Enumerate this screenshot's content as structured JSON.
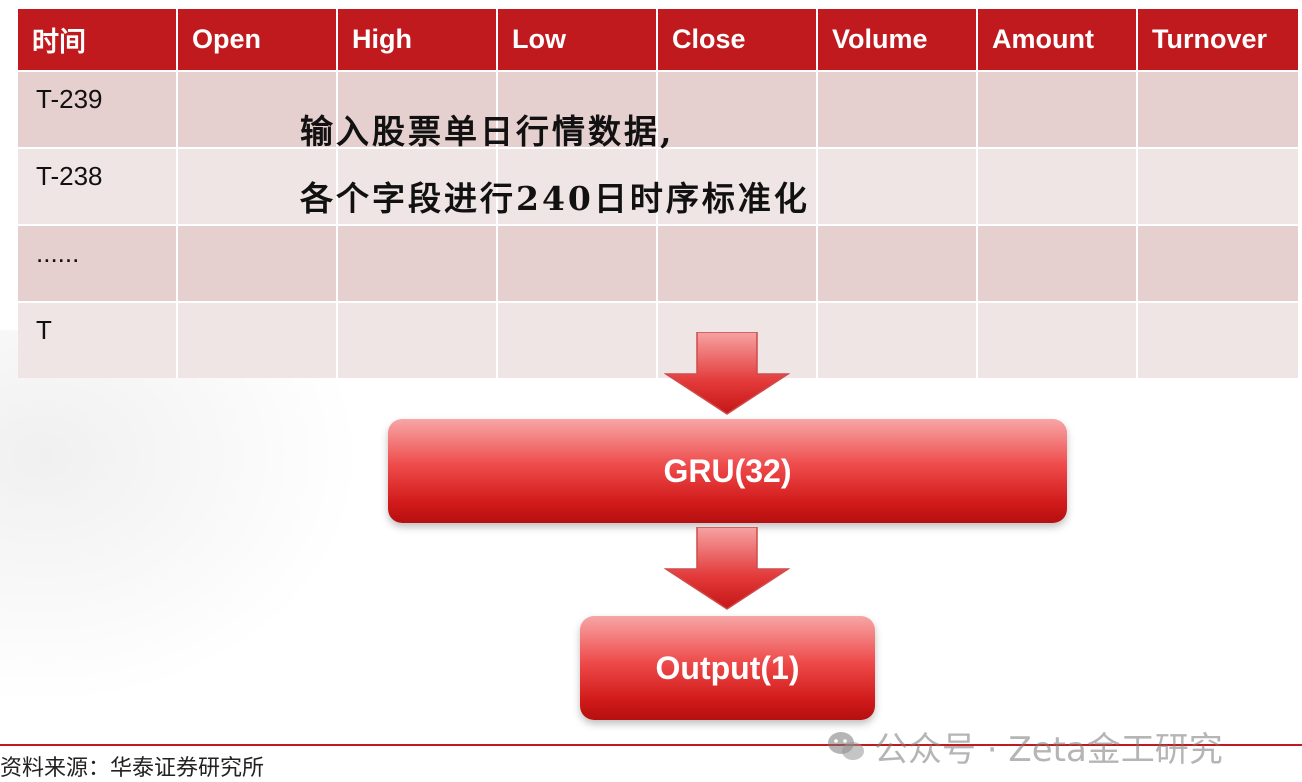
{
  "table": {
    "headers": [
      "时间",
      "Open",
      "High",
      "Low",
      "Close",
      "Volume",
      "Amount",
      "Turnover"
    ],
    "rows": [
      "T-239",
      "T-238",
      "......",
      "T"
    ]
  },
  "overlay": {
    "line1": "输入股票单日行情数据,",
    "line2": "各个字段进行240日时序标准化"
  },
  "flow": {
    "gru_label": "GRU(32)",
    "output_label": "Output(1)"
  },
  "footer": {
    "text": "资料来源：华泰证券研究所",
    "watermark": "公众号 · Zeta金工研究",
    "watermark_icon": "wechat-icon"
  },
  "colors": {
    "header_red": "#c0191e",
    "row_odd": "#e6cfcf",
    "row_even": "#f0e5e5",
    "box_red": "#d21b1b"
  }
}
